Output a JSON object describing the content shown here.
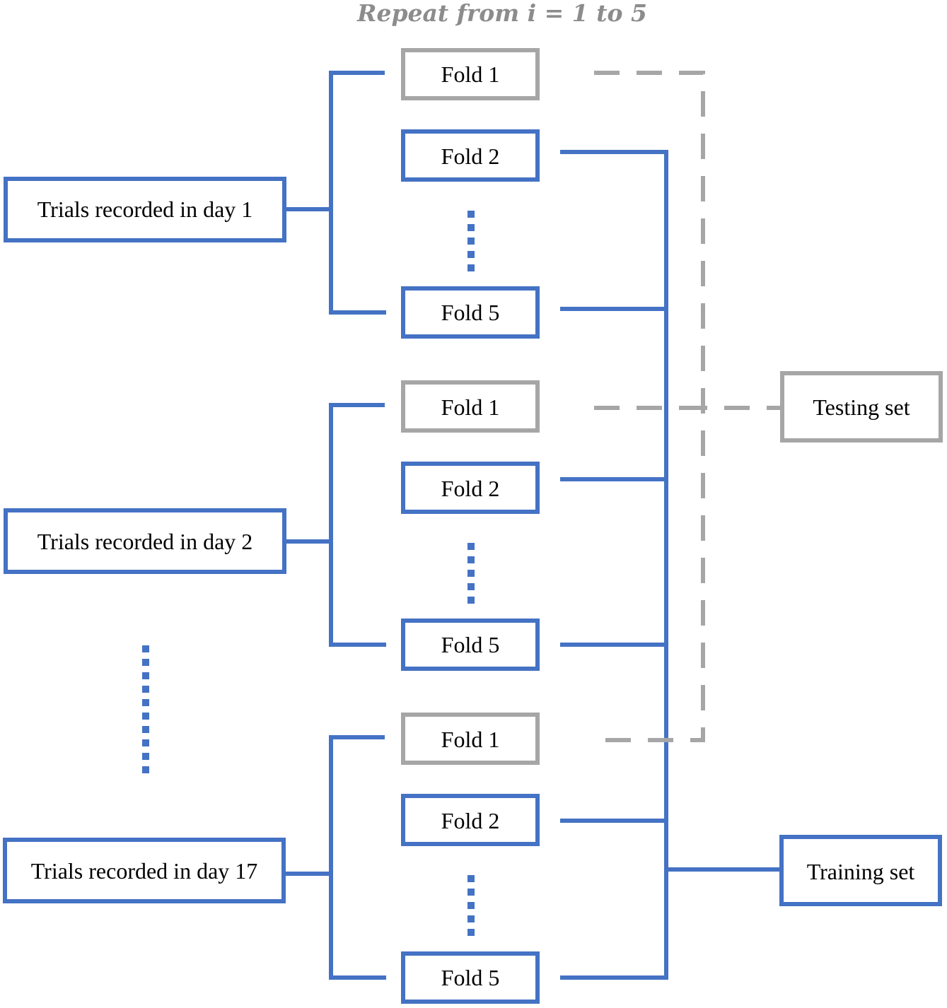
{
  "title": "Repeat from i = 1 to 5",
  "colors": {
    "blue": "#4472C4",
    "gray": "#A6A6A6",
    "title_gray": "#8C8C8C",
    "text": "#000000",
    "background": "#FFFFFF"
  },
  "days": [
    {
      "label": "Trials recorded in day 1"
    },
    {
      "label": "Trials recorded in day 2"
    },
    {
      "label": "Trials recorded in day 17"
    }
  ],
  "folds": [
    {
      "group": 1,
      "label": "Fold 1",
      "role": "testing"
    },
    {
      "group": 1,
      "label": "Fold 2",
      "role": "training"
    },
    {
      "group": 1,
      "label": "Fold 5",
      "role": "training"
    },
    {
      "group": 2,
      "label": "Fold 1",
      "role": "testing"
    },
    {
      "group": 2,
      "label": "Fold 2",
      "role": "training"
    },
    {
      "group": 2,
      "label": "Fold 5",
      "role": "training"
    },
    {
      "group": 3,
      "label": "Fold 1",
      "role": "testing"
    },
    {
      "group": 3,
      "label": "Fold 2",
      "role": "training"
    },
    {
      "group": 3,
      "label": "Fold 5",
      "role": "training"
    }
  ],
  "outputs": {
    "testing_label": "Testing set",
    "training_label": "Training set"
  }
}
